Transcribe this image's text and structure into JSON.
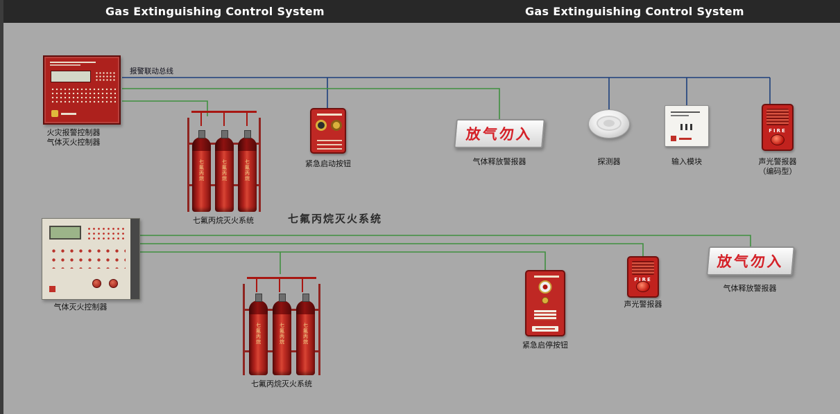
{
  "header": {
    "title_left": "Gas Extinguishing Control System",
    "title_right": "Gas Extinguishing Control System"
  },
  "diagram": {
    "bus_label": "报警联动总线",
    "system_title": "七氟丙烷灭火系统",
    "sign_text": "放气勿入",
    "alarm_text": "FIRE",
    "cylinder_text": "七氟丙烷",
    "nodes": {
      "fire_alarm_panel": {
        "label_line1": "火灾报警控制器",
        "label_line2": "气体灭火控制器"
      },
      "cylinder_group_top": {
        "label": "七氟丙烷灭火系统"
      },
      "emergency_start_button": {
        "label": "紧急启动按钮"
      },
      "gas_release_sign_top": {
        "label": "气体释放警报器"
      },
      "smoke_detector": {
        "label": "探测器"
      },
      "input_module": {
        "label": "输入模块"
      },
      "sound_light_alarm_coded": {
        "label_line1": "声光警报器",
        "label_line2": "（编码型）"
      },
      "gas_control_panel": {
        "label": "气体灭火控制器"
      },
      "cylinder_group_bottom": {
        "label": "七氟丙烷灭火系统"
      },
      "emergency_stop_button": {
        "label": "紧急启停按钮"
      },
      "sound_light_alarm": {
        "label": "声光警报器"
      },
      "gas_release_sign_bottom": {
        "label": "气体释放警报器"
      }
    }
  },
  "colors": {
    "background": "#a9a9a9",
    "header_bg": "#282828",
    "line_blue": "#1c3f7c",
    "line_green": "#3f8f3f",
    "device_red": "#bf2824",
    "sign_red": "#d42027",
    "panel_beige": "#e3ded0"
  }
}
